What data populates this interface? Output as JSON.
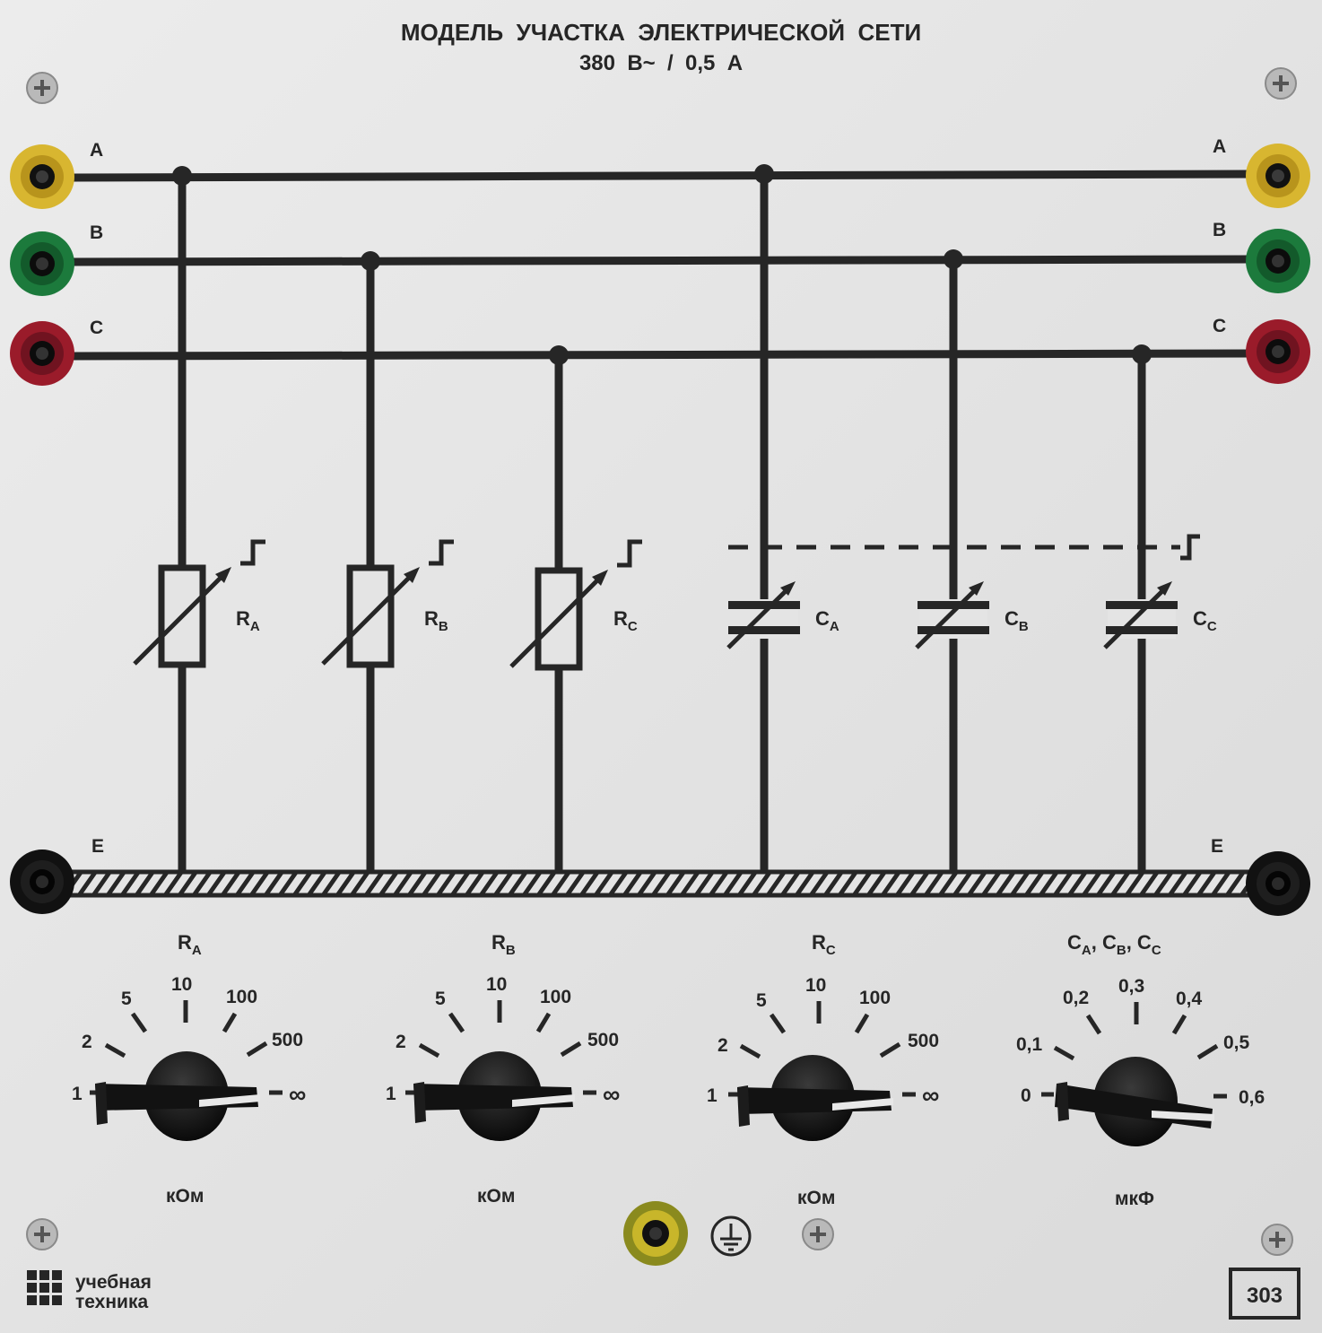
{
  "panel": {
    "title": "МОДЕЛЬ  УЧАСТКА  ЭЛЕКТРИЧЕСКОЙ  СЕТИ",
    "rating": "380  В~  /  0,5  А",
    "model_number": "303",
    "brand_line1": "учебная",
    "brand_line2": "техника"
  },
  "colors": {
    "panel": "#e4e4e4",
    "line": "#262626",
    "socket_yellow": "#d8b630",
    "socket_green": "#1c7a3c",
    "socket_red": "#9a1b2a",
    "socket_black": "#111111"
  },
  "buses": {
    "a": "A",
    "b": "B",
    "c": "C",
    "e": "E"
  },
  "components": {
    "ra_main": "R",
    "ra_sub": "A",
    "rb_main": "R",
    "rb_sub": "B",
    "rc_main": "R",
    "rc_sub": "C",
    "ca_main": "C",
    "ca_sub": "A",
    "cb_main": "C",
    "cb_sub": "B",
    "cc_main": "C",
    "cc_sub": "C"
  },
  "knobs": [
    {
      "label_main": "R",
      "label_sub": "A",
      "scale": [
        "1",
        "2",
        "5",
        "10",
        "100",
        "500",
        "∞"
      ],
      "unit": "кОм",
      "selected": "∞"
    },
    {
      "label_main": "R",
      "label_sub": "B",
      "scale": [
        "1",
        "2",
        "5",
        "10",
        "100",
        "500",
        "∞"
      ],
      "unit": "кОм",
      "selected": "∞"
    },
    {
      "label_main": "R",
      "label_sub": "C",
      "scale": [
        "1",
        "2",
        "5",
        "10",
        "100",
        "500",
        "∞"
      ],
      "unit": "кОм",
      "selected": "∞"
    },
    {
      "label_main": "C",
      "label_sub_a": "A",
      "label_sep1": ", C",
      "label_sub_b": "B",
      "label_sep2": ", C",
      "label_sub_c": "C",
      "scale": [
        "0",
        "0,1",
        "0,2",
        "0,3",
        "0,4",
        "0,5",
        "0,6"
      ],
      "unit": "мкФ",
      "selected": "0,6"
    }
  ]
}
